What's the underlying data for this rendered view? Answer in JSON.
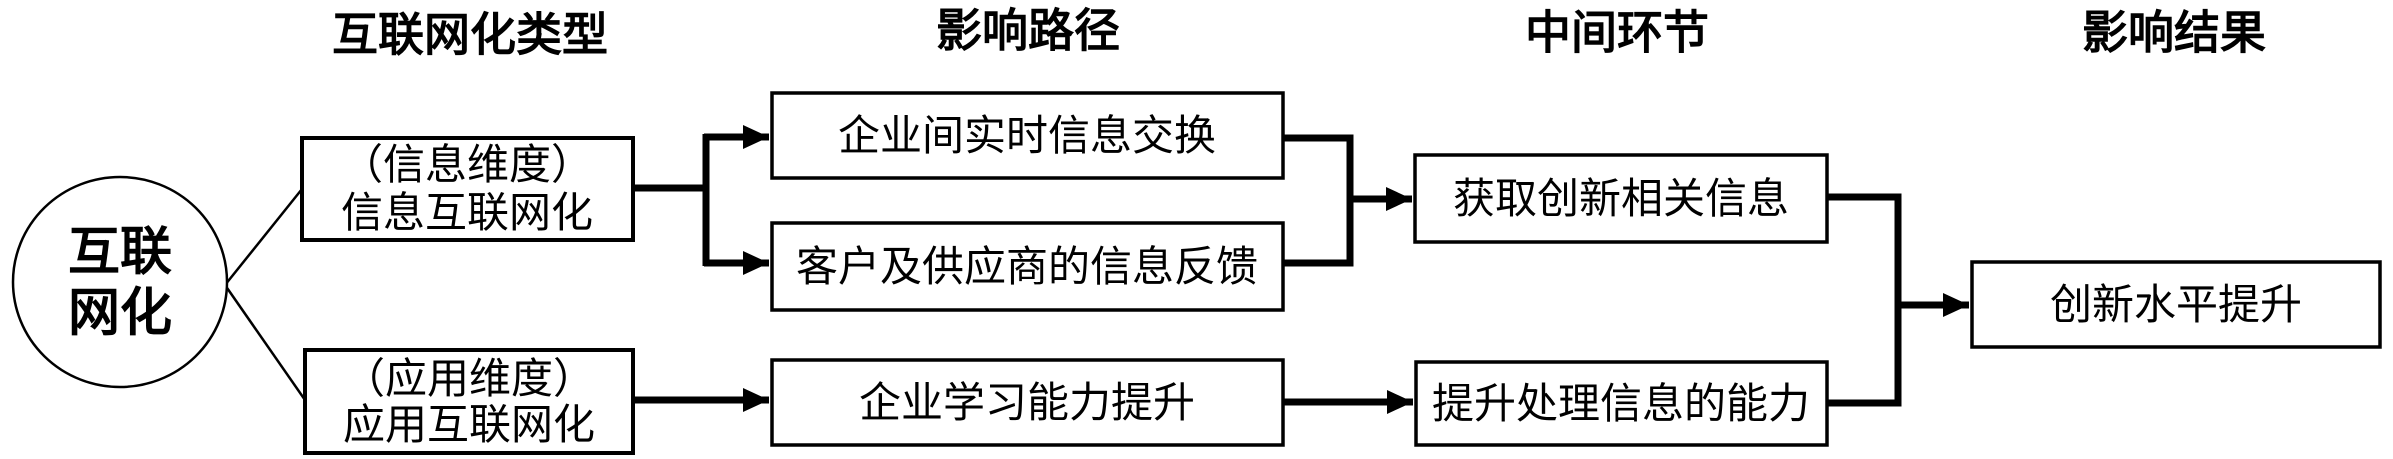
{
  "headers": {
    "type": "互联网化类型",
    "path": "影响路径",
    "intermediate": "中间环节",
    "result": "影响结果"
  },
  "source_circle": {
    "line1": "互联",
    "line2": "网化"
  },
  "type_boxes": {
    "info": {
      "line1": "（信息维度）",
      "line2": "信息互联网化"
    },
    "app": {
      "line1": "（应用维度）",
      "line2": "应用互联网化"
    }
  },
  "path_boxes": {
    "exchange": "企业间实时信息交换",
    "feedback": "客户及供应商的信息反馈",
    "learning": "企业学习能力提升"
  },
  "intermediate_boxes": {
    "acquire": "获取创新相关信息",
    "process": "提升处理信息的能力"
  },
  "result_boxes": {
    "innovation": "创新水平提升"
  },
  "colors": {
    "ink": "#000000",
    "background": "#ffffff",
    "box_fill": "#ffffff"
  }
}
